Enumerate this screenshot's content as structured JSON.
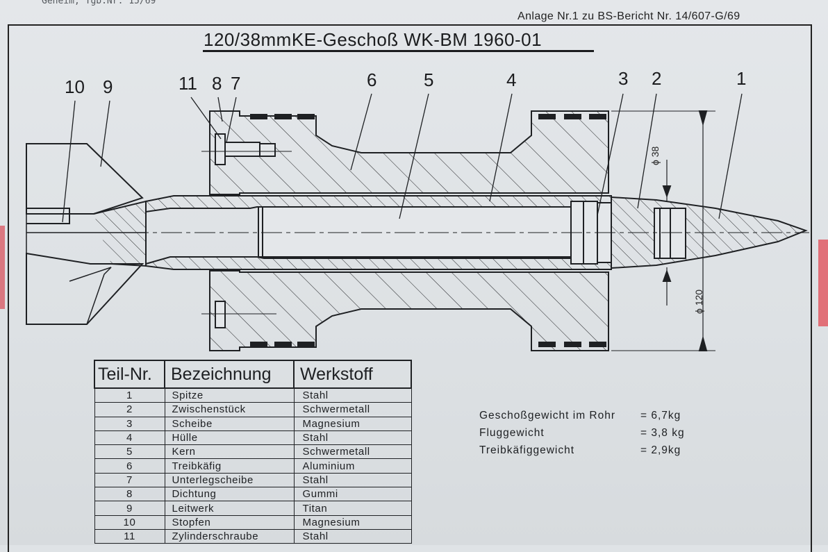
{
  "header": {
    "top_strip": "Geheim, Tgb.Nr. 15/69",
    "annex": "Anlage Nr.1 zu BS-Bericht Nr. 14/607-G/69",
    "title": "120/38mmKE-Geschoß WK-BM 1960-01"
  },
  "callouts": [
    "10",
    "9",
    "11",
    "8",
    "7",
    "6",
    "5",
    "4",
    "3",
    "2",
    "1"
  ],
  "dimensions": {
    "inner": "ϕ 38",
    "outer": "ϕ 120"
  },
  "parts_table": {
    "headers": [
      "Teil-Nr.",
      "Bezeichnung",
      "Werkstoff"
    ],
    "rows": [
      [
        "1",
        "Spitze",
        "Stahl"
      ],
      [
        "2",
        "Zwischenstück",
        "Schwermetall"
      ],
      [
        "3",
        "Scheibe",
        "Magnesium"
      ],
      [
        "4",
        "Hülle",
        "Stahl"
      ],
      [
        "5",
        "Kern",
        "Schwermetall"
      ],
      [
        "6",
        "Treibkäfig",
        "Aluminium"
      ],
      [
        "7",
        "Unterlegscheibe",
        "Stahl"
      ],
      [
        "8",
        "Dichtung",
        "Gummi"
      ],
      [
        "9",
        "Leitwerk",
        "Titan"
      ],
      [
        "10",
        "Stopfen",
        "Magnesium"
      ],
      [
        "11",
        "Zylinderschraube",
        "Stahl"
      ]
    ]
  },
  "weights": [
    {
      "label": "Geschoßgewicht im Rohr",
      "value": "= 6,7kg"
    },
    {
      "label": "Fluggewicht",
      "value": "= 3,8 kg"
    },
    {
      "label": "Treibkäfiggewicht",
      "value": "= 2,9kg"
    }
  ]
}
